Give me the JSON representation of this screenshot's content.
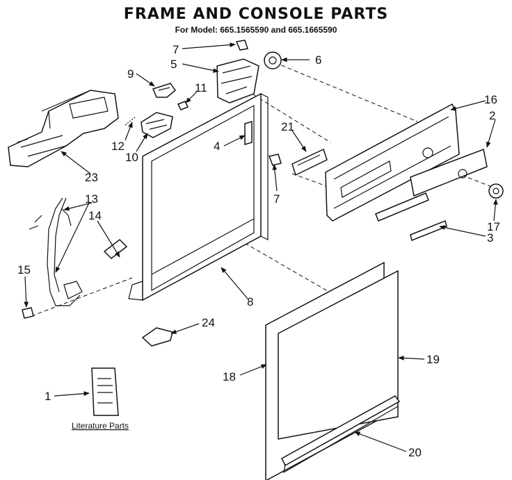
{
  "header": {
    "title": "FRAME AND CONSOLE PARTS",
    "subtitle": "For Model: 665.1565590 and 665.1665590"
  },
  "callouts": {
    "c1": "1",
    "c2": "2",
    "c3": "3",
    "c4": "4",
    "c5": "5",
    "c6": "6",
    "c7a": "7",
    "c7b": "7",
    "c8": "8",
    "c9": "9",
    "c10": "10",
    "c11": "11",
    "c12": "12",
    "c13": "13",
    "c14": "14",
    "c15": "15",
    "c16": "16",
    "c17": "17",
    "c18": "18",
    "c19": "19",
    "c20": "20",
    "c21": "21",
    "c23": "23",
    "c24": "24"
  },
  "literature_label": "Literature Parts"
}
